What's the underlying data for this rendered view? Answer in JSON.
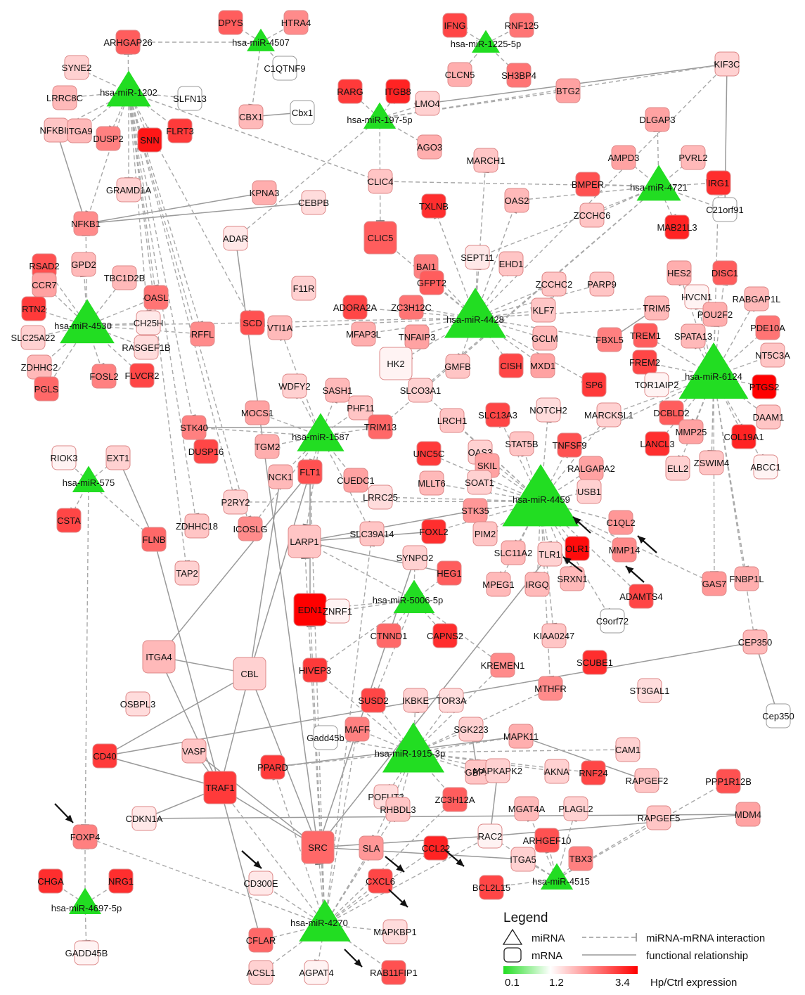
{
  "colors": {
    "low": "#22dd22",
    "mid": "#ffffff",
    "high": "#ff0000",
    "mirna": "#22dd22",
    "edge": "#999999"
  },
  "mirnas": [
    {
      "id": "hsa-miR-4507"
    },
    {
      "id": "hsa-miR-1225-5p"
    },
    {
      "id": "hsa-miR-1202"
    },
    {
      "id": "hsa-miR-197-5p"
    },
    {
      "id": "hsa-miR-4721"
    },
    {
      "id": "hsa-miR-4530"
    },
    {
      "id": "hsa-miR-4428"
    },
    {
      "id": "hsa-miR-6124"
    },
    {
      "id": "hsa-miR-1587"
    },
    {
      "id": "hsa-miR-575"
    },
    {
      "id": "hsa-miR-4459"
    },
    {
      "id": "hsa-miR-5006-5p"
    },
    {
      "id": "hsa-miR-1915-3p"
    },
    {
      "id": "hsa-miR-4515"
    },
    {
      "id": "hsa-miR-4697-5p"
    },
    {
      "id": "hsa-miR-4270"
    }
  ],
  "mrnas": [
    {
      "id": "DPYS",
      "expr": 2.6
    },
    {
      "id": "HTRA4",
      "expr": 2.2
    },
    {
      "id": "ARHGAP26",
      "expr": 2.6
    },
    {
      "id": "C1QTNF9",
      "expr": 1.2
    },
    {
      "id": "IFNG",
      "expr": 2.8
    },
    {
      "id": "RNF125",
      "expr": 2.4
    },
    {
      "id": "CLCN5",
      "expr": 1.9
    },
    {
      "id": "SH3BP4",
      "expr": 2.4
    },
    {
      "id": "SYNE2",
      "expr": 1.6
    },
    {
      "id": "LRRC8C",
      "expr": 1.8
    },
    {
      "id": "SLFN13",
      "expr": 1.2
    },
    {
      "id": "NFKBIE",
      "expr": 1.7
    },
    {
      "id": "ITGA9",
      "expr": 1.8
    },
    {
      "id": "DUSP2",
      "expr": 2.3
    },
    {
      "id": "SNN",
      "expr": 3.2
    },
    {
      "id": "FLRT3",
      "expr": 2.9
    },
    {
      "id": "GRAMD1A",
      "expr": 1.6
    },
    {
      "id": "NFKB1",
      "expr": 2.2
    },
    {
      "id": "KPNA3",
      "expr": 1.9
    },
    {
      "id": "CEBPB",
      "expr": 1.5
    },
    {
      "id": "CBX1",
      "expr": 1.8
    },
    {
      "id": "Cbx1",
      "expr": 1.2
    },
    {
      "id": "RARG",
      "expr": 2.9
    },
    {
      "id": "ITGB8",
      "expr": 3.1
    },
    {
      "id": "LMO4",
      "expr": 1.6
    },
    {
      "id": "AGO3",
      "expr": 1.9
    },
    {
      "id": "KIF3C",
      "expr": 1.6
    },
    {
      "id": "BTG2",
      "expr": 2.0
    },
    {
      "id": "CLIC4",
      "expr": 1.7
    },
    {
      "id": "MARCH1",
      "expr": 1.7
    },
    {
      "id": "DLGAP3",
      "expr": 2.0
    },
    {
      "id": "AMPD3",
      "expr": 2.0
    },
    {
      "id": "PVRL2",
      "expr": 1.8
    },
    {
      "id": "BMPER",
      "expr": 2.7
    },
    {
      "id": "IRG1",
      "expr": 3.0
    },
    {
      "id": "C21orf91",
      "expr": 1.2
    },
    {
      "id": "TXLNB",
      "expr": 3.0
    },
    {
      "id": "OAS2",
      "expr": 1.8
    },
    {
      "id": "ZCCHC6",
      "expr": 1.7
    },
    {
      "id": "MAB21L3",
      "expr": 3.1
    },
    {
      "id": "CLIC5",
      "expr": 2.6
    },
    {
      "id": "ADAR",
      "expr": 1.4
    },
    {
      "id": "RSAD2",
      "expr": 2.7
    },
    {
      "id": "GPD2",
      "expr": 1.8
    },
    {
      "id": "TBC1D2B",
      "expr": 1.8
    },
    {
      "id": "CCR7",
      "expr": 2.0
    },
    {
      "id": "SEPT11",
      "expr": 1.4
    },
    {
      "id": "EHD1",
      "expr": 1.7
    },
    {
      "id": "PARP9",
      "expr": 1.7
    },
    {
      "id": "HES2",
      "expr": 1.9
    },
    {
      "id": "DISC1",
      "expr": 2.6
    },
    {
      "id": "RTN2",
      "expr": 2.9
    },
    {
      "id": "OASL",
      "expr": 2.4
    },
    {
      "id": "F11R",
      "expr": 1.6
    },
    {
      "id": "BAI1",
      "expr": 2.3
    },
    {
      "id": "GFPT2",
      "expr": 2.6
    },
    {
      "id": "ZCCHC2",
      "expr": 1.7
    },
    {
      "id": "HVCN1",
      "expr": 1.3
    },
    {
      "id": "RABGAP1L",
      "expr": 1.8
    },
    {
      "id": "CH25H",
      "expr": 1.4
    },
    {
      "id": "ADORA2A",
      "expr": 2.8
    },
    {
      "id": "ZC3H12C",
      "expr": 2.4
    },
    {
      "id": "KLF7",
      "expr": 1.7
    },
    {
      "id": "TRIM5",
      "expr": 1.8
    },
    {
      "id": "POU2F2",
      "expr": 1.9
    },
    {
      "id": "PDE10A",
      "expr": 2.4
    },
    {
      "id": "SLC25A22",
      "expr": 1.6
    },
    {
      "id": "RASGEF1B",
      "expr": 1.5
    },
    {
      "id": "RFFL",
      "expr": 2.2
    },
    {
      "id": "SCD",
      "expr": 2.7
    },
    {
      "id": "VTI1A",
      "expr": 1.8
    },
    {
      "id": "MFAP3L",
      "expr": 1.9
    },
    {
      "id": "TNFAIP3",
      "expr": 2.0
    },
    {
      "id": "GCLM",
      "expr": 1.8
    },
    {
      "id": "FBXL5",
      "expr": 2.3
    },
    {
      "id": "TREM1",
      "expr": 2.6
    },
    {
      "id": "SPATA13",
      "expr": 1.8
    },
    {
      "id": "NT5C3A",
      "expr": 1.7
    },
    {
      "id": "ZDHHC2",
      "expr": 1.8
    },
    {
      "id": "HK2",
      "expr": 1.3
    },
    {
      "id": "GMFB",
      "expr": 1.7
    },
    {
      "id": "CISH",
      "expr": 2.8
    },
    {
      "id": "MXD1",
      "expr": 2.0
    },
    {
      "id": "FREM2",
      "expr": 2.8
    },
    {
      "id": "PGLS",
      "expr": 2.5
    },
    {
      "id": "FLVCR2",
      "expr": 2.8
    },
    {
      "id": "FOSL2",
      "expr": 2.3
    },
    {
      "id": "WDFY2",
      "expr": 1.6
    },
    {
      "id": "SASH1",
      "expr": 1.8
    },
    {
      "id": "SLCO3A1",
      "expr": 1.6
    },
    {
      "id": "SP6",
      "expr": 2.9
    },
    {
      "id": "TOR1AIP2",
      "expr": 1.3
    },
    {
      "id": "PTGS2",
      "expr": 3.4
    },
    {
      "id": "MOCS1",
      "expr": 2.0
    },
    {
      "id": "PHF11",
      "expr": 1.7
    },
    {
      "id": "NOTCH2",
      "expr": 1.5
    },
    {
      "id": "DCBLD2",
      "expr": 2.6
    },
    {
      "id": "DAAM1",
      "expr": 1.7
    },
    {
      "id": "STK40",
      "expr": 2.3
    },
    {
      "id": "TRIM13",
      "expr": 2.5
    },
    {
      "id": "SLC13A3",
      "expr": 2.8
    },
    {
      "id": "MARCKSL1",
      "expr": 1.6
    },
    {
      "id": "MMP25",
      "expr": 2.0
    },
    {
      "id": "COL19A1",
      "expr": 3.1
    },
    {
      "id": "RIOK3",
      "expr": 1.3
    },
    {
      "id": "EXT1",
      "expr": 1.6
    },
    {
      "id": "TGM2",
      "expr": 1.9
    },
    {
      "id": "LRCH1",
      "expr": 1.7
    },
    {
      "id": "STAT5B",
      "expr": 1.7
    },
    {
      "id": "TNFSF9",
      "expr": 2.7
    },
    {
      "id": "LANCL3",
      "expr": 3.0
    },
    {
      "id": "ABCC1",
      "expr": 1.3
    },
    {
      "id": "DUSP16",
      "expr": 2.8
    },
    {
      "id": "UNC5C",
      "expr": 2.9
    },
    {
      "id": "OAS3",
      "expr": 1.6
    },
    {
      "id": "RALGAPA2",
      "expr": 2.0
    },
    {
      "id": "ZSWIM4",
      "expr": 1.7
    },
    {
      "id": "ELL2",
      "expr": 1.6
    },
    {
      "id": "NCK1",
      "expr": 1.8
    },
    {
      "id": "FLT1",
      "expr": 2.7
    },
    {
      "id": "CUEDC1",
      "expr": 2.0
    },
    {
      "id": "SKIL",
      "expr": 2.0
    },
    {
      "id": "SOAT1",
      "expr": 1.6
    },
    {
      "id": "MLLT6",
      "expr": 1.8
    },
    {
      "id": "USB1",
      "expr": 1.6
    },
    {
      "id": "P2RY2",
      "expr": 1.6
    },
    {
      "id": "LRRC25",
      "expr": 1.5
    },
    {
      "id": "STK35",
      "expr": 2.1
    },
    {
      "id": "CSTA",
      "expr": 2.8
    },
    {
      "id": "ZDHHC18",
      "expr": 1.7
    },
    {
      "id": "SLC39A14",
      "expr": 1.7
    },
    {
      "id": "FOXL2",
      "expr": 3.0
    },
    {
      "id": "PIM2",
      "expr": 1.7
    },
    {
      "id": "C1QL2",
      "expr": 2.1
    },
    {
      "id": "FLNB",
      "expr": 2.5
    },
    {
      "id": "ICOSLG",
      "expr": 2.2
    },
    {
      "id": "LARP1",
      "expr": 1.7
    },
    {
      "id": "SLC11A2",
      "expr": 1.8
    },
    {
      "id": "TLR1",
      "expr": 1.6
    },
    {
      "id": "OLR1",
      "expr": 3.3
    },
    {
      "id": "MMP14",
      "expr": 2.2
    },
    {
      "id": "TAP2",
      "expr": 1.6
    },
    {
      "id": "SYNPO2",
      "expr": 1.6
    },
    {
      "id": "HEG1",
      "expr": 2.6
    },
    {
      "id": "SRXN1",
      "expr": 1.8
    },
    {
      "id": "GAS7",
      "expr": 2.1
    },
    {
      "id": "FNBP1L",
      "expr": 1.9
    },
    {
      "id": "MPEG1",
      "expr": 1.8
    },
    {
      "id": "IRGQ",
      "expr": 1.8
    },
    {
      "id": "ADAMTS4",
      "expr": 2.8
    },
    {
      "id": "EDN1",
      "expr": 3.4
    },
    {
      "id": "ZNRF1",
      "expr": 1.3
    },
    {
      "id": "C9orf72",
      "expr": 1.2
    },
    {
      "id": "KIAA0247",
      "expr": 1.7
    },
    {
      "id": "CEP350",
      "expr": 1.8
    },
    {
      "id": "ITGA4",
      "expr": 1.8
    },
    {
      "id": "CTNND1",
      "expr": 2.5
    },
    {
      "id": "CAPNS2",
      "expr": 3.0
    },
    {
      "id": "KREMEN1",
      "expr": 2.2
    },
    {
      "id": "SCUBE1",
      "expr": 3.0
    },
    {
      "id": "CBL",
      "expr": 1.6
    },
    {
      "id": "HIVEP3",
      "expr": 2.9
    },
    {
      "id": "MTHFR",
      "expr": 2.2
    },
    {
      "id": "ST3GAL1",
      "expr": 1.5
    },
    {
      "id": "OSBPL3",
      "expr": 1.5
    },
    {
      "id": "SUSD2",
      "expr": 2.8
    },
    {
      "id": "IKBKE",
      "expr": 1.6
    },
    {
      "id": "TOR3A",
      "expr": 1.5
    },
    {
      "id": "Cep350",
      "expr": 1.2
    },
    {
      "id": "Gadd45b",
      "expr": 1.2
    },
    {
      "id": "MAFF",
      "expr": 2.3
    },
    {
      "id": "SGK223",
      "expr": 1.6
    },
    {
      "id": "MAPK11",
      "expr": 1.9
    },
    {
      "id": "CD40",
      "expr": 2.9
    },
    {
      "id": "VASP",
      "expr": 1.7
    },
    {
      "id": "CAM1",
      "expr": 1.6
    },
    {
      "id": "PPARD",
      "expr": 2.9
    },
    {
      "id": "GBP2",
      "expr": 1.7
    },
    {
      "id": "MAPKAPK2",
      "expr": 1.6
    },
    {
      "id": "AKNA",
      "expr": 1.6
    },
    {
      "id": "RNF24",
      "expr": 2.8
    },
    {
      "id": "TRAF1",
      "expr": 2.9
    },
    {
      "id": "RAPGEF2",
      "expr": 1.7
    },
    {
      "id": "PPP1R12B",
      "expr": 2.7
    },
    {
      "id": "POFUT2",
      "expr": 1.5
    },
    {
      "id": "ZC3H12A",
      "expr": 2.6
    },
    {
      "id": "CDKN1A",
      "expr": 1.4
    },
    {
      "id": "RHBDL3",
      "expr": 1.7
    },
    {
      "id": "MGAT4A",
      "expr": 1.8
    },
    {
      "id": "PLAGL2",
      "expr": 1.6
    },
    {
      "id": "MDM4",
      "expr": 2.0
    },
    {
      "id": "RAPGEF5",
      "expr": 1.7
    },
    {
      "id": "FOXP4",
      "expr": 2.3
    },
    {
      "id": "RAC2",
      "expr": 1.3
    },
    {
      "id": "ARHGEF10",
      "expr": 2.7
    },
    {
      "id": "SRC",
      "expr": 2.5
    },
    {
      "id": "SLA",
      "expr": 2.1
    },
    {
      "id": "CCL22",
      "expr": 3.1
    },
    {
      "id": "ITGA5",
      "expr": 1.6
    },
    {
      "id": "TBX3",
      "expr": 2.3
    },
    {
      "id": "CD300E",
      "expr": 1.4
    },
    {
      "id": "CXCL6",
      "expr": 2.8
    },
    {
      "id": "BCL2L15",
      "expr": 2.8
    },
    {
      "id": "CHGA",
      "expr": 3.0
    },
    {
      "id": "NRG1",
      "expr": 3.0
    },
    {
      "id": "MAPKBP1",
      "expr": 1.5
    },
    {
      "id": "CFLAR",
      "expr": 2.5
    },
    {
      "id": "GADD45B",
      "expr": 1.3
    },
    {
      "id": "ACSL1",
      "expr": 1.6
    },
    {
      "id": "AGPAT4",
      "expr": 1.3
    },
    {
      "id": "RAB11FIP1",
      "expr": 2.7
    }
  ],
  "legend": {
    "title": "Legend",
    "mirna_label": "miRNA",
    "mrna_label": "mRNA",
    "interaction_label": "miRNA-mRNA interaction",
    "functional_label": "functional relationship",
    "scale_min": "0.1",
    "scale_mid": "1.2",
    "scale_max": "3.4",
    "scale_label": "Hp/Ctrl expression"
  }
}
